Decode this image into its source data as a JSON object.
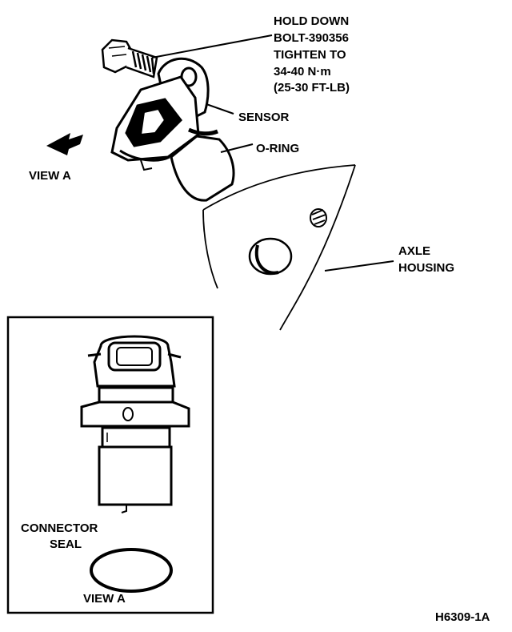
{
  "labels": {
    "bolt": [
      "HOLD DOWN",
      "BOLT-390356",
      "TIGHTEN TO",
      "34-40 N·m",
      "(25-30 FT-LB)"
    ],
    "sensor": "SENSOR",
    "oring": "O-RING",
    "view_a_arrow": "VIEW A",
    "axle": [
      "AXLE",
      "HOUSING"
    ],
    "connector_seal": [
      "CONNECTOR",
      "SEAL"
    ],
    "view_a_inset": "VIEW A",
    "figure_id": "H6309-1A"
  }
}
